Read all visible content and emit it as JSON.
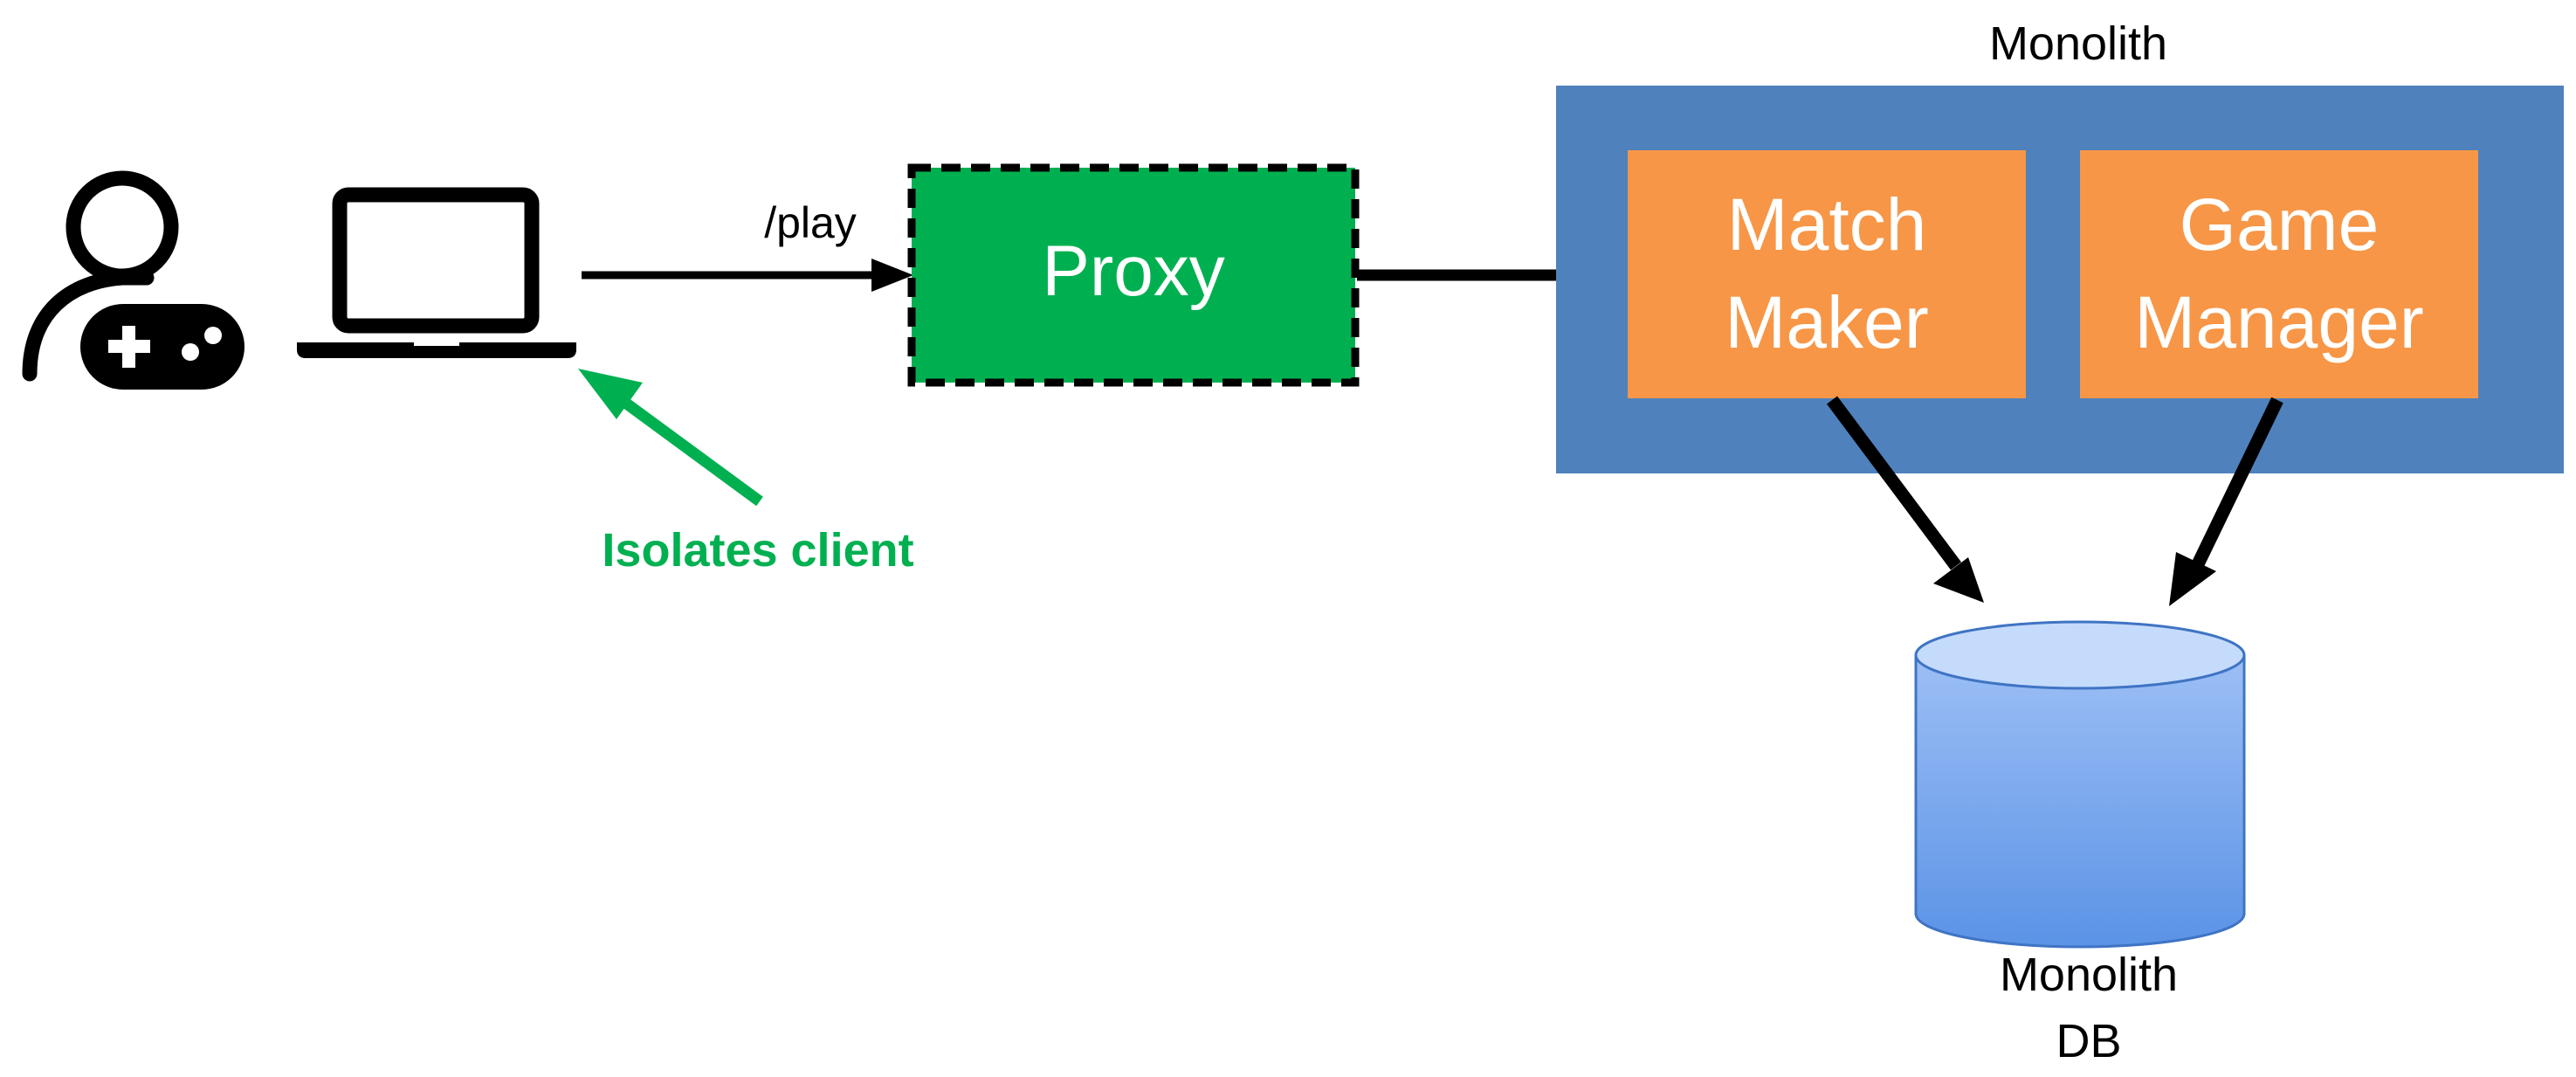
{
  "diagram": {
    "colors": {
      "background": "#ffffff",
      "ink": "#000000",
      "proxy_fill": "#00b050",
      "accent_green": "#00b050",
      "monolith_fill": "#4f81bd",
      "service_fill": "#f79646",
      "service_text": "#ffffff",
      "db_top": "#c5dbfb",
      "db_body_top": "#9dbff5",
      "db_body_bottom": "#5b93e6",
      "db_stroke": "#3f74c4"
    },
    "icons": {
      "player": "gamer-person-icon",
      "client": "laptop-icon"
    },
    "client_request_label": "/play",
    "proxy": {
      "label": "Proxy",
      "border_style": "dashed"
    },
    "monolith": {
      "title": "Monolith",
      "services": [
        {
          "line1": "Match",
          "line2": "Maker"
        },
        {
          "line1": "Game",
          "line2": "Manager"
        }
      ]
    },
    "database": {
      "line1": "Monolith",
      "line2": "DB"
    },
    "annotation": {
      "text": "Isolates client"
    }
  }
}
